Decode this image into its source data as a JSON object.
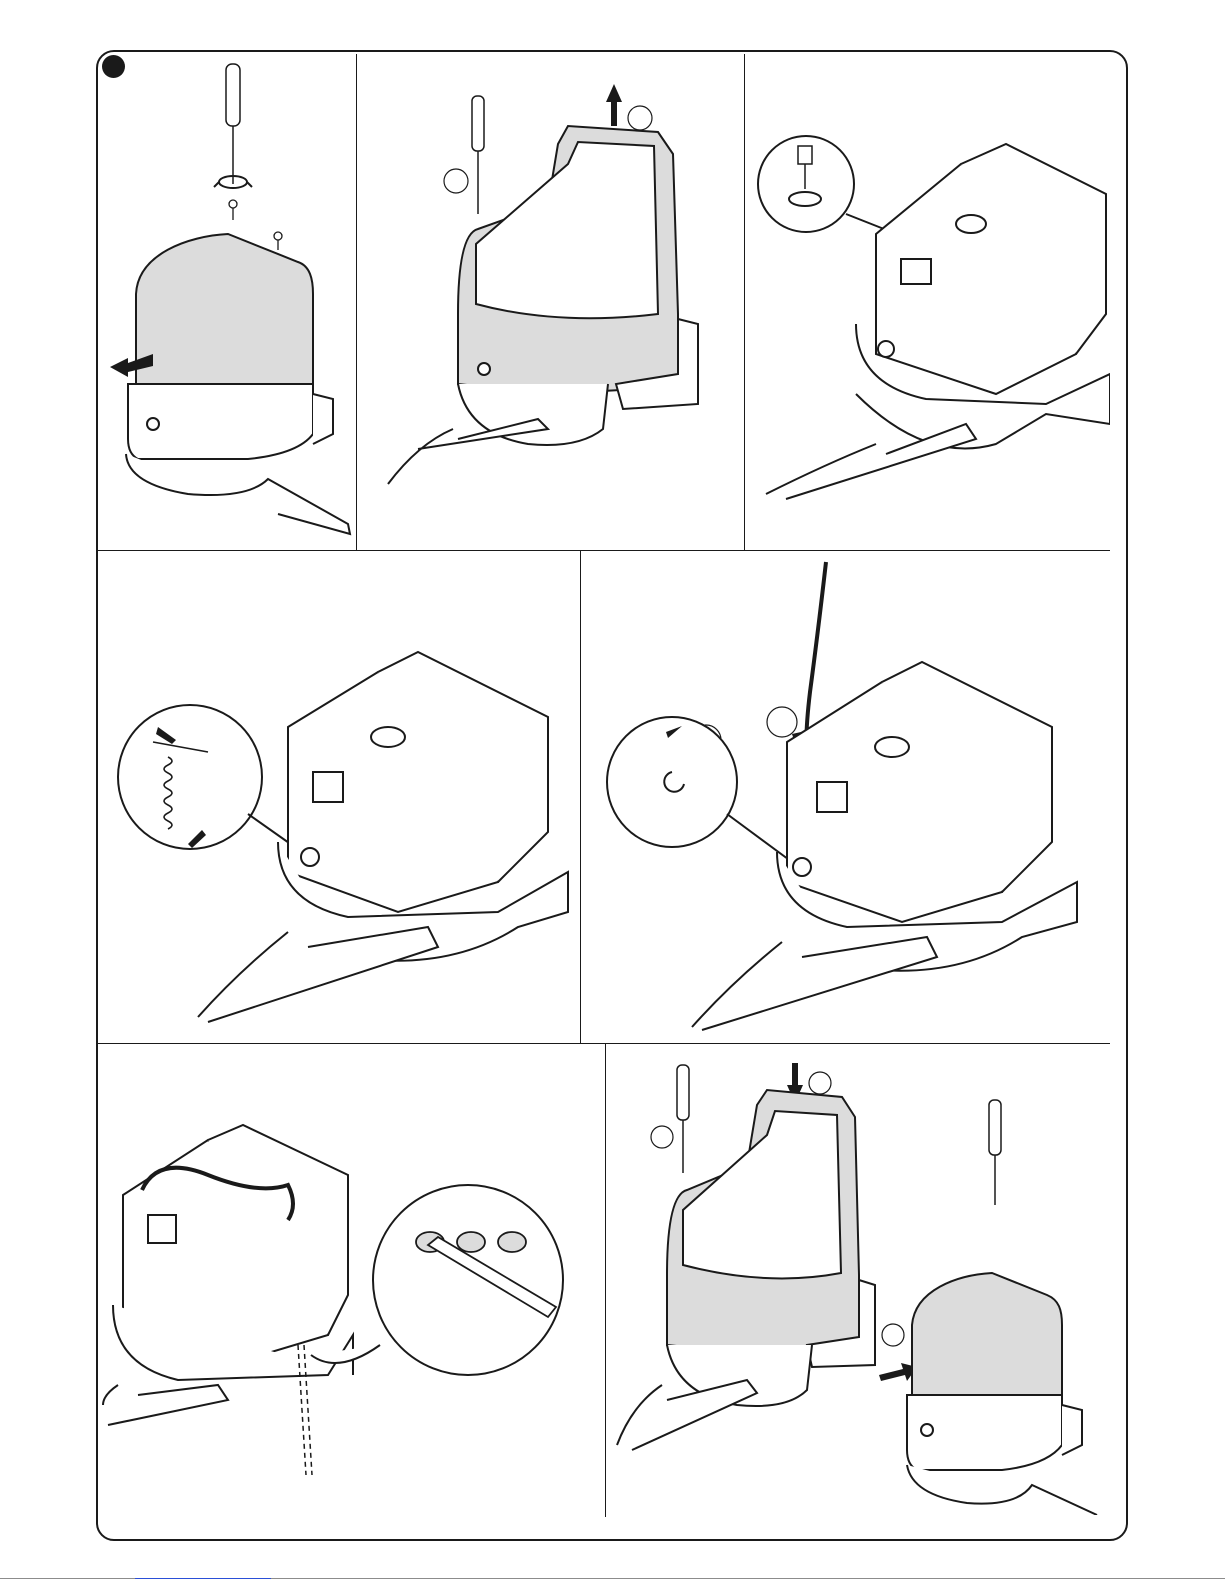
{
  "colors": {
    "line": "#1a1a1a",
    "cover_fill": "#dcdcdc",
    "body_fill": "#ffffff",
    "footer_link": "#2a4fd8"
  },
  "panels": [
    {
      "id": 1,
      "depicts": [
        "screwdriver-icon",
        "screw-icon",
        "cover-icon",
        "arrow-icon"
      ]
    },
    {
      "id": 2,
      "depicts": [
        "screwdriver-icon",
        "cover-icon",
        "arrow-icon"
      ]
    },
    {
      "id": 3,
      "depicts": [
        "bolt-icon",
        "rotate-icon",
        "gearmotor-icon"
      ]
    },
    {
      "id": 4,
      "depicts": [
        "spring-icon",
        "arrow-icon",
        "gearmotor-icon"
      ]
    },
    {
      "id": 5,
      "depicts": [
        "cable-icon",
        "arrow-icon",
        "rotate-icon",
        "gearmotor-icon"
      ]
    },
    {
      "id": 6,
      "depicts": [
        "cable-gland-icon",
        "cutter-icon",
        "gearmotor-icon"
      ]
    },
    {
      "id": 7,
      "depicts": [
        "screwdriver-icon",
        "cover-icon",
        "arrow-icon"
      ]
    }
  ]
}
